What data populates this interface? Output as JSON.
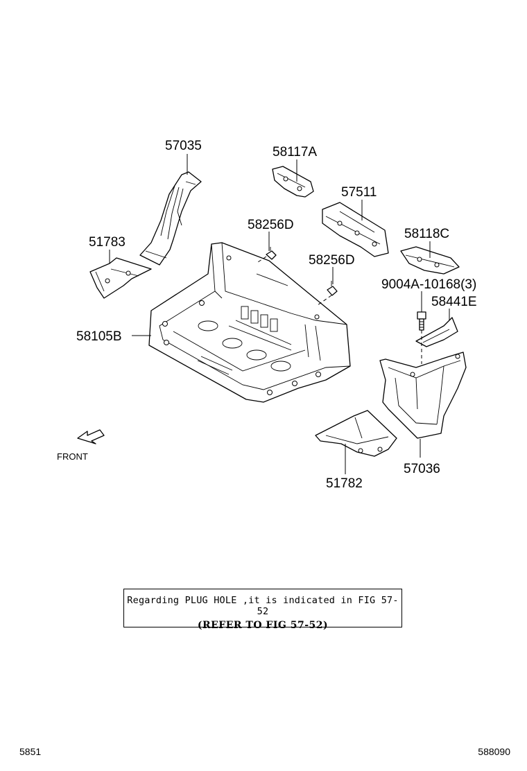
{
  "labels": {
    "p57035": "57035",
    "p58117a": "58117A",
    "p57511": "57511",
    "p58256d_1": "58256D",
    "p51783": "51783",
    "p58118c": "58118C",
    "p58256d_2": "58256D",
    "p9004a": "9004A-10168(3)",
    "p58441e": "58441E",
    "p58105b": "58105B",
    "p57036": "57036",
    "p51782": "51782",
    "front": "FRONT"
  },
  "note": {
    "line1": "Regarding PLUG HOLE ,it is indicated in FIG 57-52",
    "line2": "(REFER TO FIG 57-52)"
  },
  "footer": {
    "left": "5851",
    "right": "588090"
  }
}
